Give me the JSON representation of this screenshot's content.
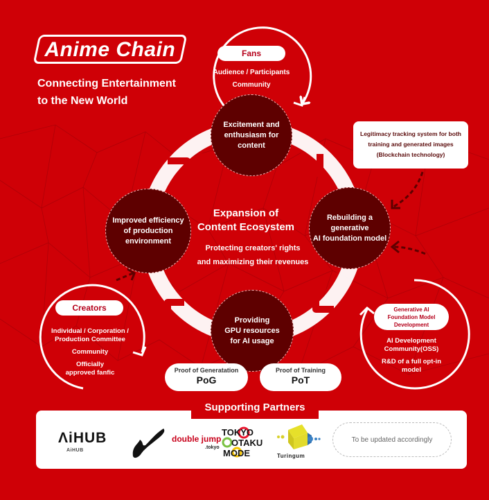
{
  "brand": {
    "logo_text": "Anime Chain",
    "tagline_line1": "Connecting Entertainment",
    "tagline_line2": "to the New World"
  },
  "colors": {
    "background": "#cf0006",
    "circle_fill": "#5e0000",
    "white": "#ffffff",
    "pill_text": "#b5001a"
  },
  "fans": {
    "label": "Fans",
    "line1": "Audience / Participants",
    "line2": "Community"
  },
  "cycle": {
    "top": {
      "line1": "Excitement and",
      "line2": "enthusiasm for",
      "line3": "content"
    },
    "right": {
      "line1": "Rebuilding a",
      "line2": "generative",
      "line3": "AI foundation model"
    },
    "bottom": {
      "line1": "Providing",
      "line2": "GPU resources",
      "line3": "for AI usage"
    },
    "left": {
      "line1": "Improved efficiency",
      "line2": "of production",
      "line3": "environment"
    }
  },
  "center": {
    "title_line1": "Expansion of",
    "title_line2": "Content Ecosystem",
    "sub_line1": "Protecting creators' rights",
    "sub_line2": "and maximizing their revenues"
  },
  "legitimacy": {
    "line1": "Legitimacy tracking system for both",
    "line2": "training and generated images",
    "line3": "(Blockchain technology)"
  },
  "creators": {
    "label": "Creators",
    "line1": "Individual / Corporation /",
    "line2": "Production Committee",
    "line3": "Community",
    "line4": "Officially",
    "line5": "approved fanfic"
  },
  "genai": {
    "label_line1": "Generative AI",
    "label_line2": "Foundation Model",
    "label_line3": "Development",
    "line1": "AI Development",
    "line2": "Community(OSS)",
    "line3": "R&D of a full opt-in",
    "line4": "model"
  },
  "proofs": [
    {
      "caption": "Proof of Generatation",
      "abbr": "PoG"
    },
    {
      "caption": "Proof of Training",
      "abbr": "PoT"
    }
  ],
  "partners": {
    "title": "Supporting Partners",
    "items": [
      {
        "name": "AiHUB",
        "display": "ΛiHUB"
      },
      {
        "name": "double jump",
        "sub": ".tokyo"
      },
      {
        "name": "TOKYO OTAKU MODE",
        "l1": "TOKYO",
        "l2": "OTAKU",
        "l3": "MODE"
      },
      {
        "name": "Turingum"
      }
    ],
    "placeholder": "To be updated accordingly"
  }
}
